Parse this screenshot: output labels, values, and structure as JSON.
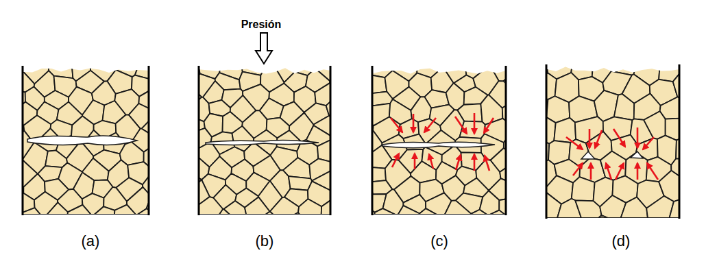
{
  "diagram": {
    "labels": [
      "Presión",
      "(a)",
      "(b)",
      "(c)",
      "(d)"
    ]
  }
}
